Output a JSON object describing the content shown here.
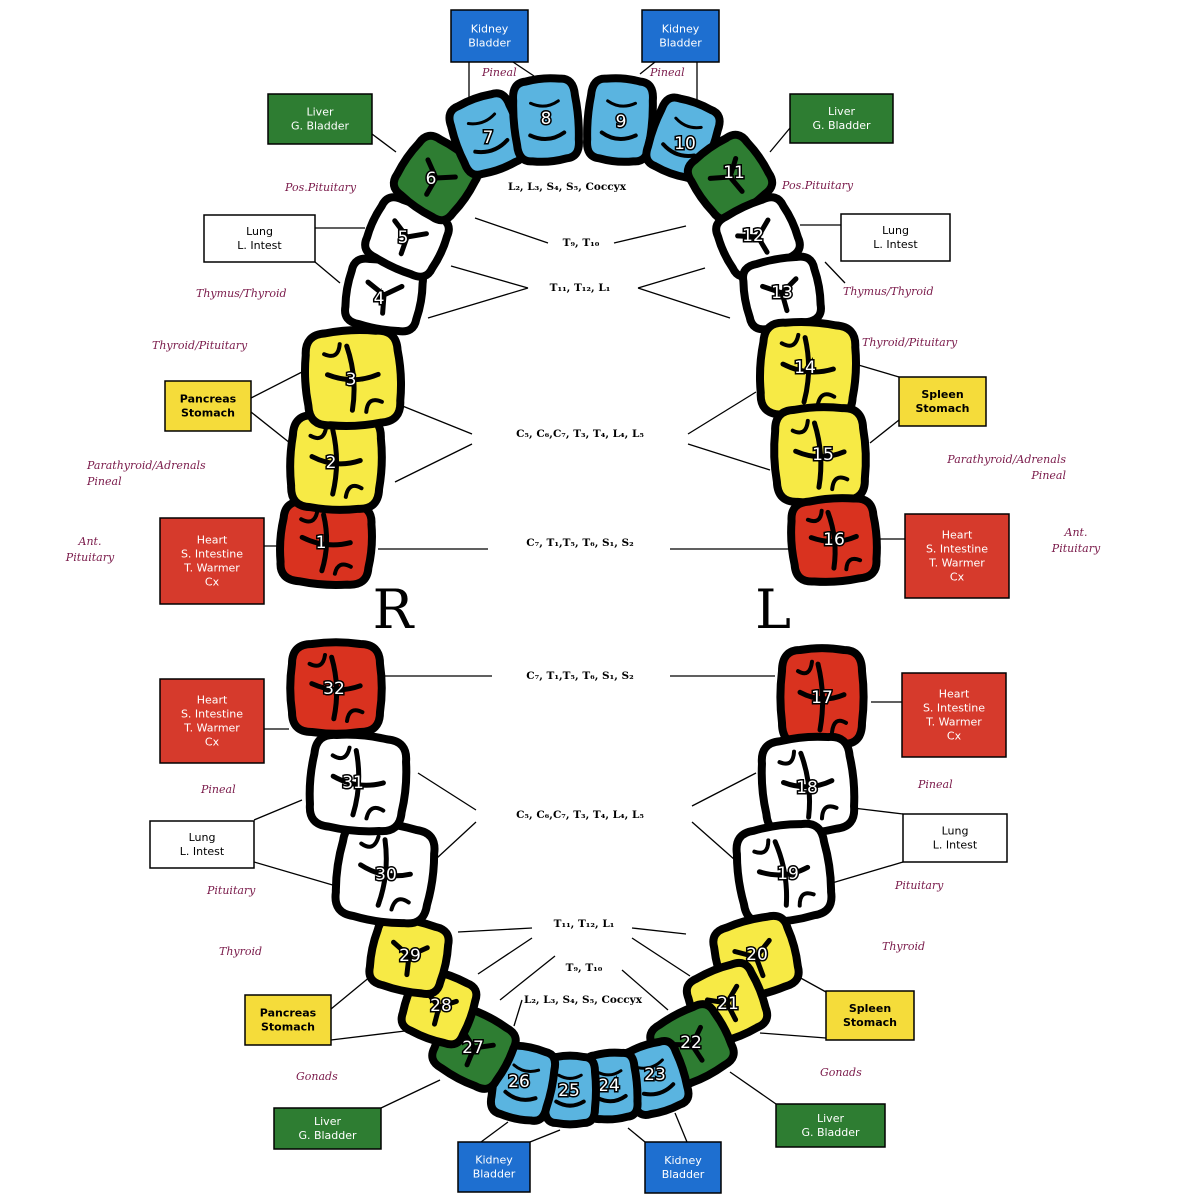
{
  "colors": {
    "kidney": "#1e6fd0",
    "liver": "#2e7d32",
    "lung": "#ffffff",
    "pancreas": "#f5dc3a",
    "spleen": "#f5dc3a",
    "heart": "#d63a2c",
    "tooth_blue": "#5ab4e0",
    "tooth_green": "#2e7d32",
    "tooth_white": "#ffffff",
    "tooth_yellow": "#f7ea45",
    "tooth_red": "#d9321f",
    "gland": "#7a1a4a"
  },
  "sides": {
    "right": "R",
    "left": "L"
  },
  "teeth": [
    {
      "n": "1",
      "color": "tooth_red"
    },
    {
      "n": "2",
      "color": "tooth_yellow"
    },
    {
      "n": "3",
      "color": "tooth_yellow"
    },
    {
      "n": "4",
      "color": "tooth_white"
    },
    {
      "n": "5",
      "color": "tooth_white"
    },
    {
      "n": "6",
      "color": "tooth_green"
    },
    {
      "n": "7",
      "color": "tooth_blue"
    },
    {
      "n": "8",
      "color": "tooth_blue"
    },
    {
      "n": "9",
      "color": "tooth_blue"
    },
    {
      "n": "10",
      "color": "tooth_blue"
    },
    {
      "n": "11",
      "color": "tooth_green"
    },
    {
      "n": "12",
      "color": "tooth_white"
    },
    {
      "n": "13",
      "color": "tooth_white"
    },
    {
      "n": "14",
      "color": "tooth_yellow"
    },
    {
      "n": "15",
      "color": "tooth_yellow"
    },
    {
      "n": "16",
      "color": "tooth_red"
    },
    {
      "n": "17",
      "color": "tooth_red"
    },
    {
      "n": "18",
      "color": "tooth_white"
    },
    {
      "n": "19",
      "color": "tooth_white"
    },
    {
      "n": "20",
      "color": "tooth_yellow"
    },
    {
      "n": "21",
      "color": "tooth_yellow"
    },
    {
      "n": "22",
      "color": "tooth_green"
    },
    {
      "n": "23",
      "color": "tooth_blue"
    },
    {
      "n": "24",
      "color": "tooth_blue"
    },
    {
      "n": "25",
      "color": "tooth_blue"
    },
    {
      "n": "26",
      "color": "tooth_blue"
    },
    {
      "n": "27",
      "color": "tooth_green"
    },
    {
      "n": "28",
      "color": "tooth_yellow"
    },
    {
      "n": "29",
      "color": "tooth_yellow"
    },
    {
      "n": "30",
      "color": "tooth_white"
    },
    {
      "n": "31",
      "color": "tooth_white"
    },
    {
      "n": "32",
      "color": "tooth_red"
    }
  ],
  "organ_boxes": [
    {
      "id": "kidney-ur",
      "lines": [
        "Kidney",
        "Bladder"
      ],
      "color": "kidney"
    },
    {
      "id": "kidney-ul",
      "lines": [
        "Kidney",
        "Bladder"
      ],
      "color": "kidney"
    },
    {
      "id": "liver-ur",
      "lines": [
        "Liver",
        "G. Bladder"
      ],
      "color": "liver"
    },
    {
      "id": "liver-ul",
      "lines": [
        "Liver",
        "G. Bladder"
      ],
      "color": "liver"
    },
    {
      "id": "lung-ur",
      "lines": [
        "Lung",
        "L. Intest"
      ],
      "color": "lung"
    },
    {
      "id": "lung-ul",
      "lines": [
        "Lung",
        "L. Intest"
      ],
      "color": "lung"
    },
    {
      "id": "pancreas-ur",
      "lines": [
        "Pancreas",
        "Stomach"
      ],
      "color": "pancreas"
    },
    {
      "id": "spleen-ul",
      "lines": [
        "Spleen",
        "Stomach"
      ],
      "color": "spleen"
    },
    {
      "id": "heart-ur",
      "lines": [
        "Heart",
        "S. Intestine",
        "T. Warmer",
        "Cx"
      ],
      "color": "heart"
    },
    {
      "id": "heart-ul",
      "lines": [
        "Heart",
        "S. Intestine",
        "T. Warmer",
        "Cx"
      ],
      "color": "heart"
    },
    {
      "id": "heart-lr",
      "lines": [
        "Heart",
        "S. Intestine",
        "T. Warmer",
        "Cx"
      ],
      "color": "heart"
    },
    {
      "id": "heart-ll",
      "lines": [
        "Heart",
        "S. Intestine",
        "T. Warmer",
        "Cx"
      ],
      "color": "heart"
    },
    {
      "id": "lung-lr",
      "lines": [
        "Lung",
        "L. Intest"
      ],
      "color": "lung"
    },
    {
      "id": "lung-ll",
      "lines": [
        "Lung",
        "L. Intest"
      ],
      "color": "lung"
    },
    {
      "id": "pancreas-lr",
      "lines": [
        "Pancreas",
        "Stomach"
      ],
      "color": "pancreas"
    },
    {
      "id": "spleen-ll",
      "lines": [
        "Spleen",
        "Stomach"
      ],
      "color": "spleen"
    },
    {
      "id": "liver-lr",
      "lines": [
        "Liver",
        "G. Bladder"
      ],
      "color": "liver"
    },
    {
      "id": "liver-ll",
      "lines": [
        "Liver",
        "G. Bladder"
      ],
      "color": "liver"
    },
    {
      "id": "kidney-lr",
      "lines": [
        "Kidney",
        "Bladder"
      ],
      "color": "kidney"
    },
    {
      "id": "kidney-ll",
      "lines": [
        "Kidney",
        "Bladder"
      ],
      "color": "kidney"
    }
  ],
  "glands": [
    {
      "id": "pineal-ur",
      "lines": [
        "Pineal"
      ]
    },
    {
      "id": "pineal-ul",
      "lines": [
        "Pineal"
      ]
    },
    {
      "id": "pos-pituitary-ur",
      "lines": [
        "Pos.Pituitary"
      ]
    },
    {
      "id": "pos-pituitary-ul",
      "lines": [
        "Pos.Pituitary"
      ]
    },
    {
      "id": "thymus-ur",
      "lines": [
        "Thymus/Thyroid"
      ]
    },
    {
      "id": "thymus-ul",
      "lines": [
        "Thymus/Thyroid"
      ]
    },
    {
      "id": "thyroid-pit-ur",
      "lines": [
        "Thyroid/Pituitary"
      ]
    },
    {
      "id": "thyroid-pit-ul",
      "lines": [
        "Thyroid/Pituitary"
      ]
    },
    {
      "id": "parathyroid-ur",
      "lines": [
        "Parathyroid/Adrenals",
        "Pineal"
      ]
    },
    {
      "id": "parathyroid-ul",
      "lines": [
        "Parathyroid/Adrenals",
        "Pineal"
      ]
    },
    {
      "id": "ant-pit-ur",
      "lines": [
        "Ant.",
        "Pituitary"
      ]
    },
    {
      "id": "ant-pit-ul",
      "lines": [
        "Ant.",
        "Pituitary"
      ]
    },
    {
      "id": "pineal-lr",
      "lines": [
        "Pineal"
      ]
    },
    {
      "id": "pineal-ll",
      "lines": [
        "Pineal"
      ]
    },
    {
      "id": "pituitary-lr",
      "lines": [
        "Pituitary"
      ]
    },
    {
      "id": "pituitary-ll",
      "lines": [
        "Pituitary"
      ]
    },
    {
      "id": "thyroid-lr",
      "lines": [
        "Thyroid"
      ]
    },
    {
      "id": "thyroid-ll",
      "lines": [
        "Thyroid"
      ]
    },
    {
      "id": "gonads-lr",
      "lines": [
        "Gonads"
      ]
    },
    {
      "id": "gonads-ll",
      "lines": [
        "Gonads"
      ]
    }
  ],
  "spine": [
    {
      "id": "sp-u1",
      "text": "L₂, L₃, S₄, S₅, Coccyx"
    },
    {
      "id": "sp-u2",
      "text": "T₉, T₁₀"
    },
    {
      "id": "sp-u3",
      "text": "T₁₁, T₁₂, L₁"
    },
    {
      "id": "sp-u4",
      "text": "C₅, C₆,C₇, T₃, T₄, L₄, L₅"
    },
    {
      "id": "sp-u5",
      "text": "C₇, T₁,T₅, T₆, S₁, S₂"
    },
    {
      "id": "sp-l1",
      "text": "C₇, T₁,T₅, T₆, S₁, S₂"
    },
    {
      "id": "sp-l2",
      "text": "C₅, C₆,C₇, T₃, T₄, L₄, L₅"
    },
    {
      "id": "sp-l3",
      "text": "T₁₁, T₁₂, L₁"
    },
    {
      "id": "sp-l4",
      "text": "T₉, T₁₀"
    },
    {
      "id": "sp-l5",
      "text": "L₂, L₃, S₄, S₅, Coccyx"
    }
  ]
}
